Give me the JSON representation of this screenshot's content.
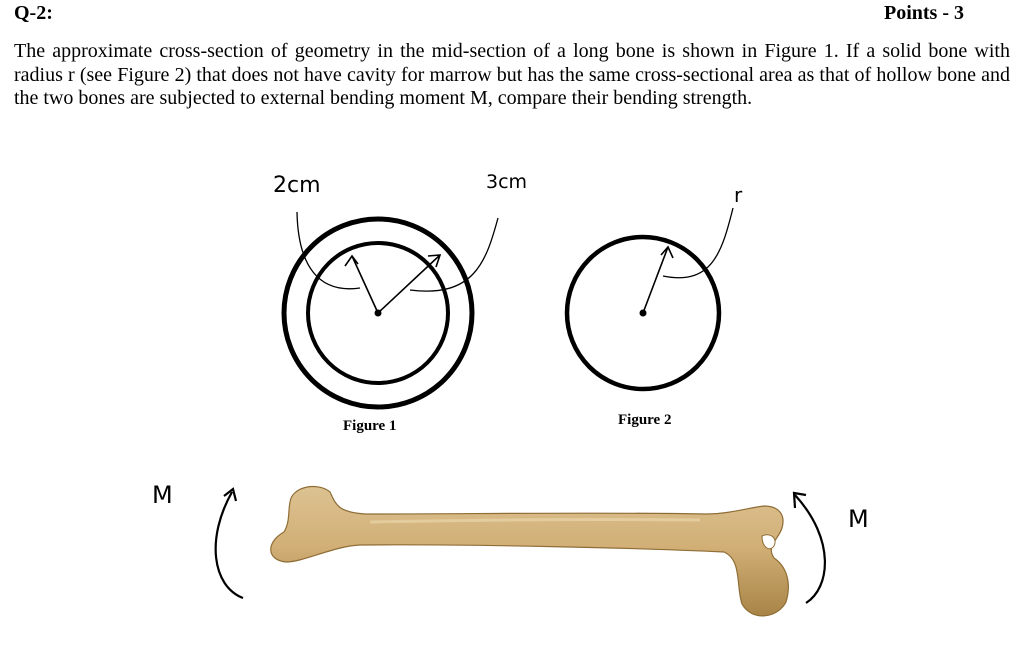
{
  "header": {
    "question_number": "Q-2:",
    "points": "Points - 3"
  },
  "question": {
    "text": "The approximate cross-section of geometry in the mid-section of a long bone is shown in Figure 1. If a solid bone with radius r (see Figure 2) that does not have cavity for marrow but has the same cross-sectional area as that of hollow bone and the two bones are subjected to external bending moment M, compare their bending strength."
  },
  "figure1": {
    "inner_label": "2cm",
    "outer_label": "3cm",
    "caption": "Figure 1"
  },
  "figure2": {
    "radius_label": "r",
    "caption": "Figure 2"
  },
  "bone": {
    "left_moment_label": "M",
    "right_moment_label": "M"
  }
}
